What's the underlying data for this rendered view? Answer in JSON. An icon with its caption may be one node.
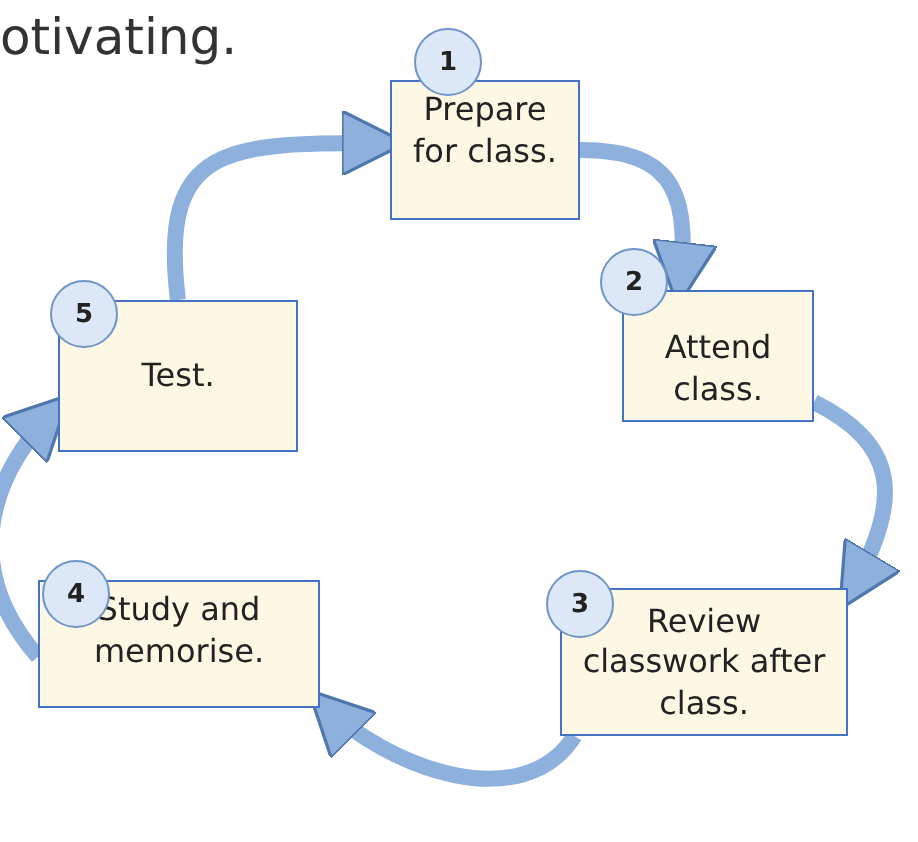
{
  "diagram": {
    "nodes": [
      {
        "text": [
          "Prepare for class."
        ]
      },
      {
        "text": [
          "Attend class."
        ]
      },
      {
        "text": [
          "Review classwork after class."
        ]
      },
      {
        "text": [
          "Study and memorise."
        ]
      },
      {
        "text": [
          "Test."
        ]
      },
      {
        "text": [
          "1"
        ]
      },
      {
        "text": [
          "2"
        ]
      },
      {
        "text": [
          "3"
        ]
      },
      {
        "text": [
          "4"
        ]
      },
      {
        "text": [
          "5"
        ]
      }
    ],
    "edges": [
      {
        "from": 0,
        "to": 1,
        "arrow": "to"
      },
      {
        "from": 1,
        "to": 2,
        "arrow": "to"
      },
      {
        "from": 2,
        "to": 3,
        "arrow": "to"
      },
      {
        "from": 3,
        "to": 4,
        "arrow": "to"
      },
      {
        "from": 4,
        "to": 0,
        "arrow": "to"
      }
    ],
    "labels": [
      "otivating."
    ]
  }
}
